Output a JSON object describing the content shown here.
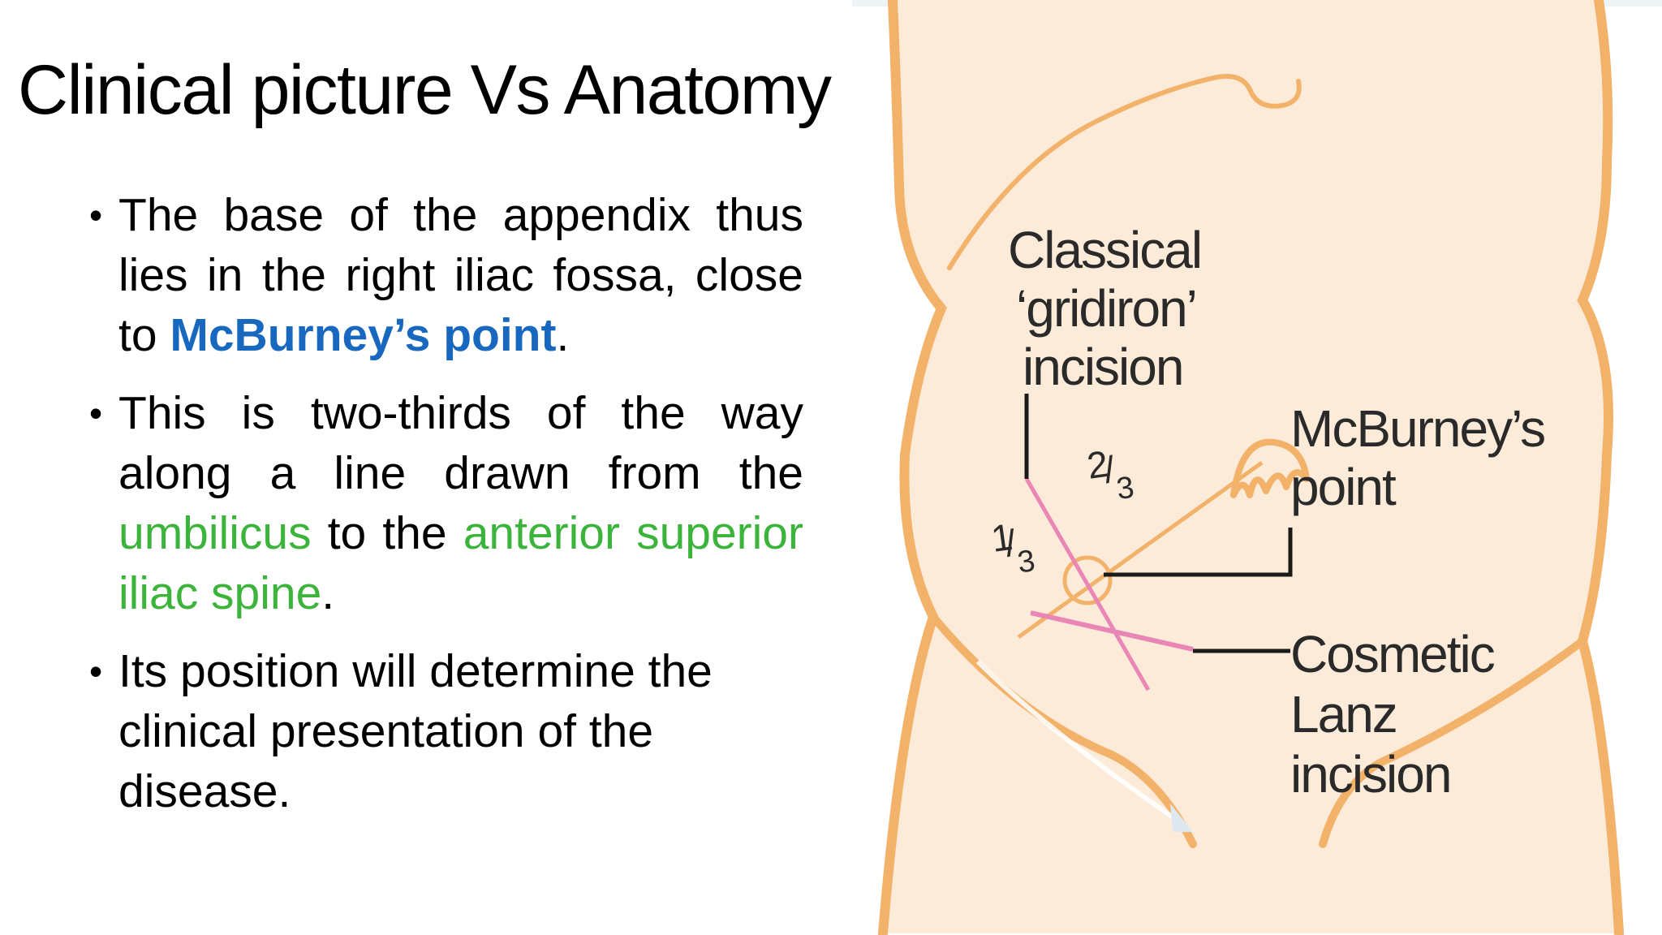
{
  "slide": {
    "title": "Clinical picture Vs Anatomy",
    "bullets": [
      {
        "parts": [
          {
            "text": "The base of the appendix thus lies in the right iliac fossa, close to ",
            "style": "normal"
          },
          {
            "text": "McBurney’s point",
            "style": "blue-bold"
          },
          {
            "text": ".",
            "style": "normal"
          }
        ]
      },
      {
        "parts": [
          {
            "text": "This is two-thirds of the way along a line drawn from the ",
            "style": "normal"
          },
          {
            "text": "umbilicus",
            "style": "green"
          },
          {
            "text": " to the ",
            "style": "normal"
          },
          {
            "text": "anterior superior iliac spine",
            "style": "green"
          },
          {
            "text": ".",
            "style": "normal"
          }
        ]
      },
      {
        "parts": [
          {
            "text": "Its position will determine the clinical presentation of the disease.",
            "style": "normal"
          }
        ]
      }
    ],
    "colors": {
      "text": "#000000",
      "highlight_blue": "#1868c0",
      "highlight_green": "#3cb43c"
    }
  },
  "diagram": {
    "labels": {
      "classical": [
        "Classical",
        "‘gridiron’",
        "incision"
      ],
      "mcburney": [
        "McBurney’s",
        "point"
      ],
      "cosmetic": [
        "Cosmetic",
        "Lanz",
        "incision"
      ],
      "two_thirds": {
        "num": "2",
        "den": "3"
      },
      "one_third": {
        "num": "1",
        "den": "3"
      }
    },
    "colors": {
      "skin": "#fdebd9",
      "outline": "#f2b26a",
      "incision": "#e986b6",
      "leader": "#1a1a1a",
      "label_text": "#2a2a2a"
    }
  }
}
